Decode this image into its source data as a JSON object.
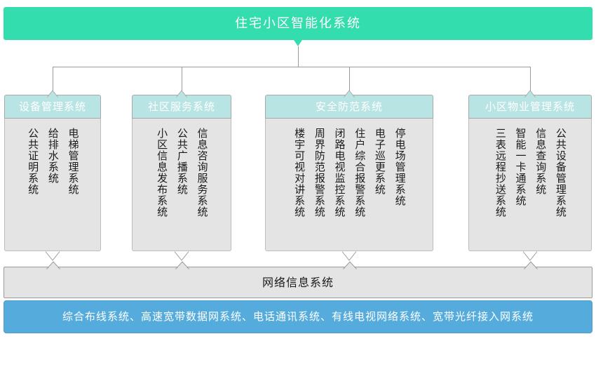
{
  "diagram": {
    "title": "住宅小区智能化系统",
    "accent_green": "#33DDAE",
    "accent_head": "#B8E4E4",
    "accent_blue": "#55ACDC",
    "body_gray": "#E4E4E4",
    "columns": [
      {
        "head": "设备管理系统",
        "items": [
          "电梯管理系统",
          "给排水系统",
          "公共证明系统"
        ]
      },
      {
        "head": "社区服务系统",
        "items": [
          "信息咨询服务系统",
          "公共广播系统",
          "小区信息发布系统"
        ]
      },
      {
        "head": "安全防范系统",
        "items": [
          "停电场管理系统",
          "电子巡更系统",
          "住户综合报警系统",
          "闭路电视监控系统",
          "周界防范报警系统",
          "楼宇可视对讲系统"
        ]
      },
      {
        "head": "小区物业管理系统",
        "items": [
          "公共设备管理系统",
          "信息查询系统",
          "智能一卡通系统",
          "三表远程抄送系统"
        ]
      }
    ],
    "network_bar": "网络信息系统",
    "base_bar": "综合布线系统、高速宽带数据网系统、电话通讯系统、有线电视网络系统、宽带光纤接入网系统"
  }
}
